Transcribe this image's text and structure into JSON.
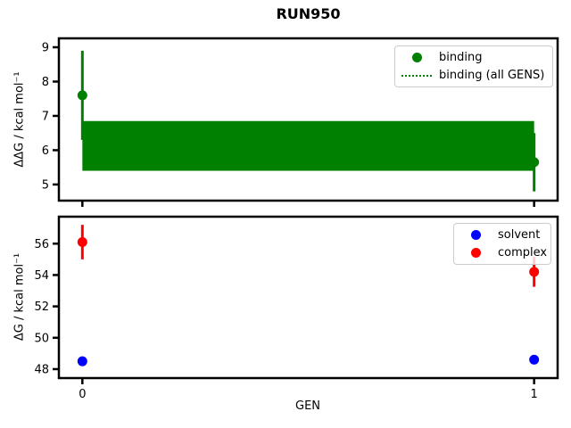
{
  "figure": {
    "title": "RUN950",
    "background_color": "#ffffff"
  },
  "chart_data": [
    {
      "type": "scatter",
      "subtype": "errorbar",
      "title": "",
      "xlabel": "",
      "ylabel": "ΔΔG / kcal mol⁻¹",
      "xlim": [
        -0.052,
        1.052
      ],
      "ylim": [
        4.53,
        9.26
      ],
      "yticks": [
        5,
        6,
        7,
        8,
        9
      ],
      "xticks": [
        0,
        1
      ],
      "xtick_labels_visible": false,
      "grid": false,
      "legend_position": "upper right",
      "series": [
        {
          "name": "binding",
          "color": "#008000",
          "marker": "circle",
          "x": [
            0,
            1
          ],
          "y": [
            7.6,
            5.65
          ],
          "yerr": [
            1.3,
            0.85
          ]
        }
      ],
      "band": {
        "label": "binding (all GENS)",
        "color": "#008000",
        "line_style": "dotted",
        "x": [
          0,
          1
        ],
        "ylow": 5.4,
        "yhigh": 6.85
      }
    },
    {
      "type": "scatter",
      "subtype": "errorbar",
      "title": "",
      "xlabel": "GEN",
      "ylabel": "ΔG / kcal mol⁻¹",
      "xlim": [
        -0.052,
        1.052
      ],
      "ylim": [
        47.43,
        57.72
      ],
      "yticks": [
        48,
        50,
        52,
        54,
        56
      ],
      "xticks": [
        0,
        1
      ],
      "xtick_labels_visible": true,
      "grid": false,
      "legend_position": "upper right",
      "series": [
        {
          "name": "solvent",
          "color": "#0000ff",
          "marker": "circle",
          "x": [
            0,
            1
          ],
          "y": [
            48.5,
            48.6
          ],
          "yerr": [
            0.3,
            0.25
          ]
        },
        {
          "name": "complex",
          "color": "#ff0000",
          "marker": "circle",
          "x": [
            0,
            1
          ],
          "y": [
            56.1,
            54.2
          ],
          "yerr": [
            1.1,
            0.95
          ]
        }
      ]
    }
  ]
}
